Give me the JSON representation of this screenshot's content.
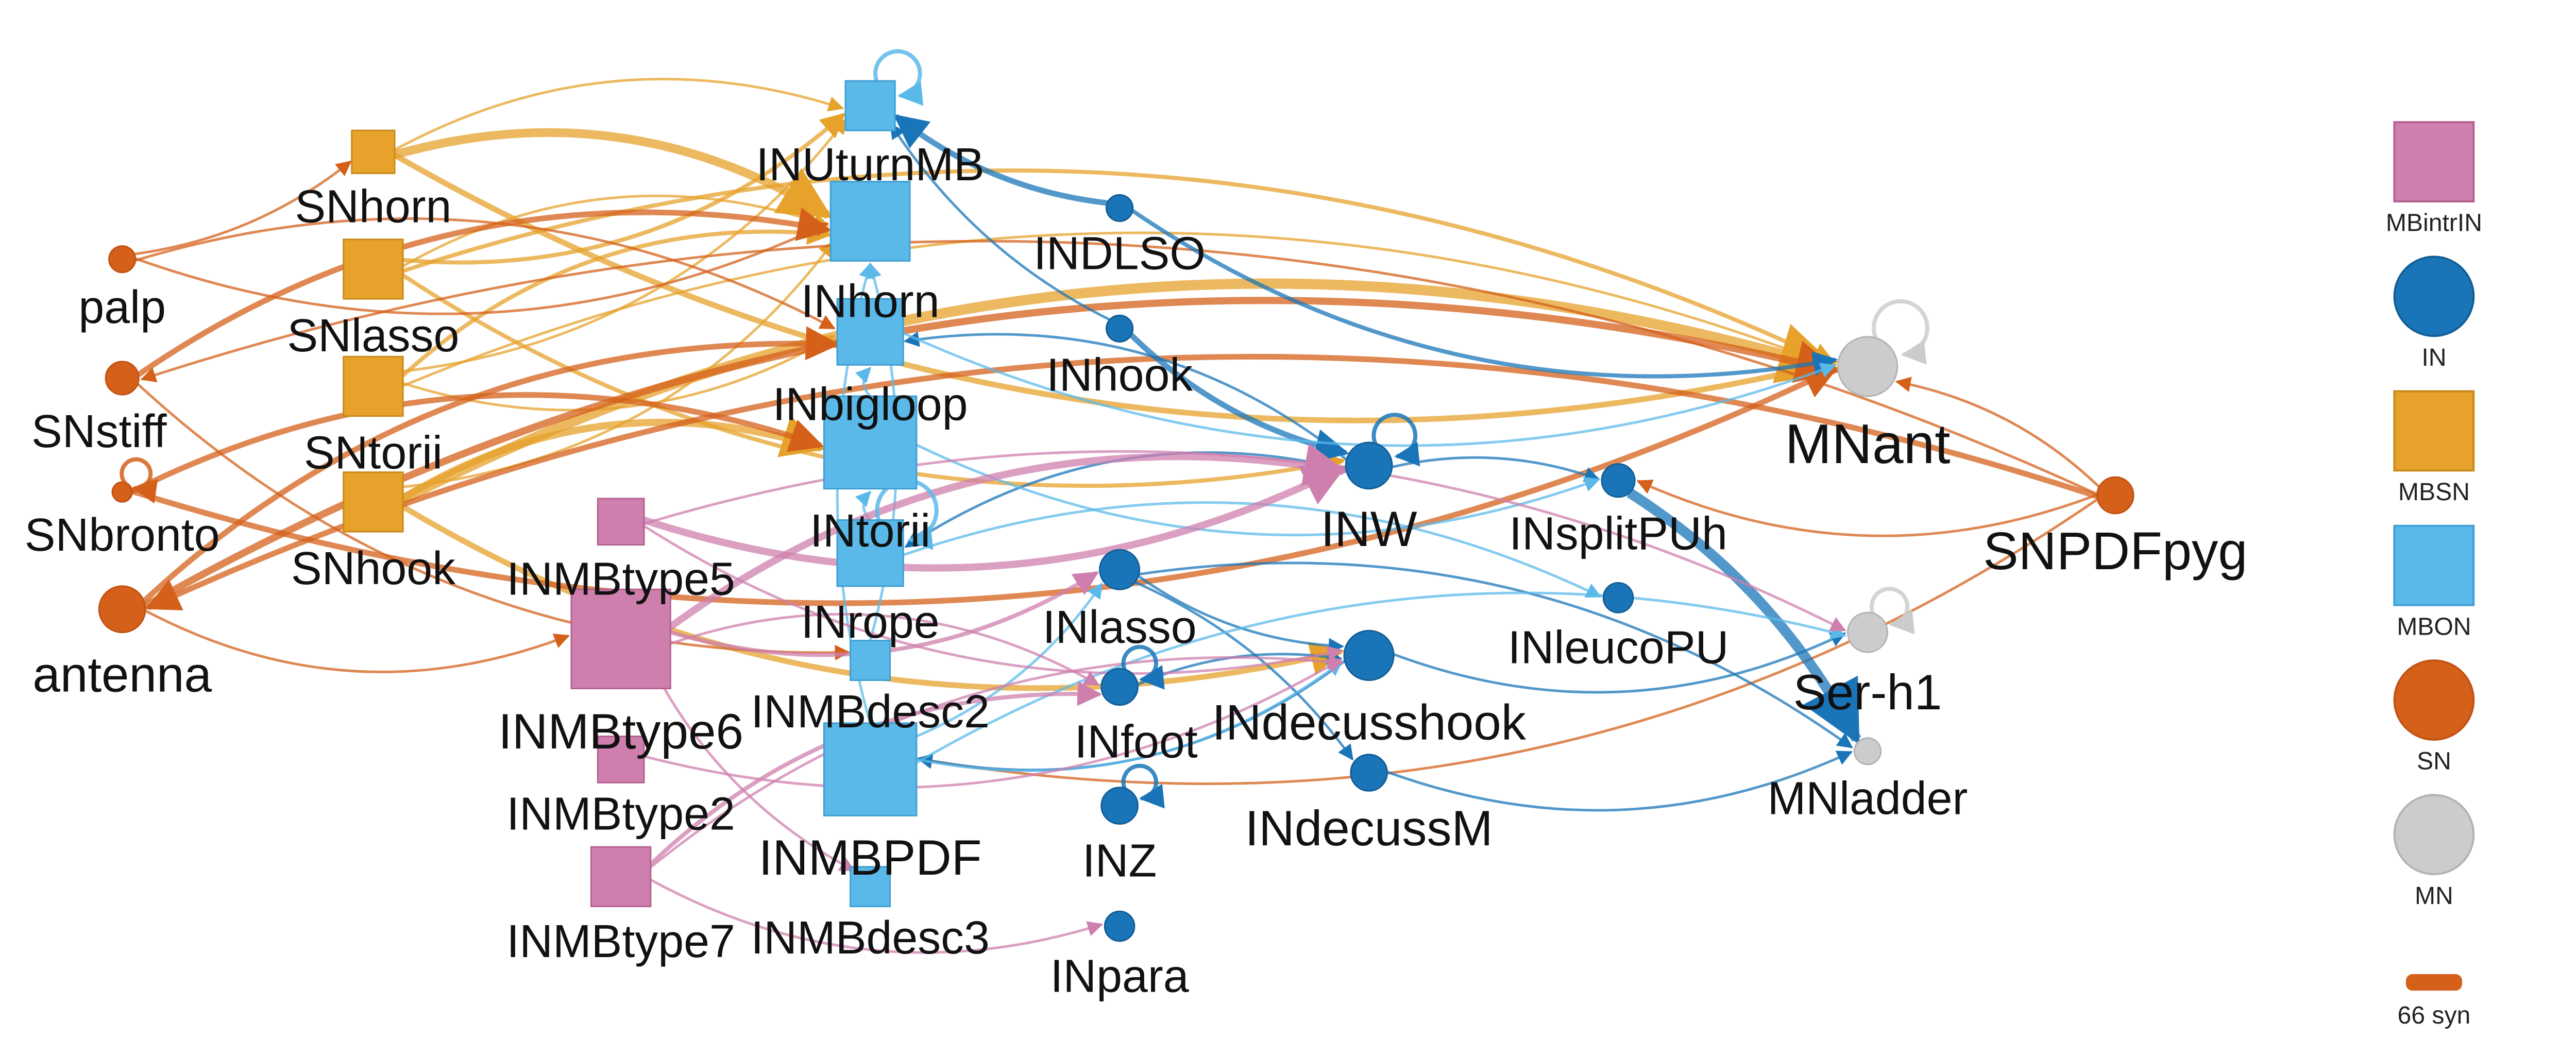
{
  "node_types": {
    "SN": {
      "color": "#d4601a",
      "stroke": "#c25414",
      "shape": "circle"
    },
    "MBSN": {
      "color": "#e6a22b",
      "stroke": "#c98a1c",
      "shape": "square"
    },
    "MBON": {
      "color": "#5bb9ea",
      "stroke": "#3f9fd3",
      "shape": "square"
    },
    "MBintrIN": {
      "color": "#cf7fae",
      "stroke": "#b4628f",
      "shape": "square"
    },
    "IN": {
      "color": "#1a75b8",
      "stroke": "#135e96",
      "shape": "circle"
    },
    "MN": {
      "color": "#cccccc",
      "stroke": "#b3b3b3",
      "shape": "circle"
    }
  },
  "nodes": [
    {
      "id": "SNhorn",
      "label": "SNhorn",
      "type": "MBSN"
    },
    {
      "id": "SNlasso",
      "label": "SNlasso",
      "type": "MBSN"
    },
    {
      "id": "SNtorii",
      "label": "SNtorii",
      "type": "MBSN"
    },
    {
      "id": "SNhook",
      "label": "SNhook",
      "type": "MBSN"
    },
    {
      "id": "palp",
      "label": "palp",
      "type": "SN"
    },
    {
      "id": "SNstiff",
      "label": "SNstiff",
      "type": "SN"
    },
    {
      "id": "SNbronto",
      "label": "SNbronto",
      "type": "SN"
    },
    {
      "id": "antenna",
      "label": "antenna",
      "type": "SN"
    },
    {
      "id": "SNPDFpyg",
      "label": "SNPDFpyg",
      "type": "SN"
    },
    {
      "id": "INUturnMB",
      "label": "INUturnMB",
      "type": "MBON"
    },
    {
      "id": "INhorn",
      "label": "INhorn",
      "type": "MBON"
    },
    {
      "id": "INbigloop",
      "label": "INbigloop",
      "type": "MBON"
    },
    {
      "id": "INtorii",
      "label": "INtorii",
      "type": "MBON"
    },
    {
      "id": "INrope",
      "label": "INrope",
      "type": "MBON"
    },
    {
      "id": "INMBdesc2",
      "label": "INMBdesc2",
      "type": "MBON"
    },
    {
      "id": "INMBPDF",
      "label": "INMBPDF",
      "type": "MBON"
    },
    {
      "id": "INMBdesc3",
      "label": "INMBdesc3",
      "type": "MBON"
    },
    {
      "id": "INMBtype5",
      "label": "INMBtype5",
      "type": "MBintrIN"
    },
    {
      "id": "INMBtype6",
      "label": "INMBtype6",
      "type": "MBintrIN"
    },
    {
      "id": "INMBtype2",
      "label": "INMBtype2",
      "type": "MBintrIN"
    },
    {
      "id": "INMBtype7",
      "label": "INMBtype7",
      "type": "MBintrIN"
    },
    {
      "id": "INDLSO",
      "label": "INDLSO",
      "type": "IN"
    },
    {
      "id": "INhook",
      "label": "INhook",
      "type": "IN"
    },
    {
      "id": "INW",
      "label": "INW",
      "type": "IN"
    },
    {
      "id": "INsplitPUh",
      "label": "INsplitPUh",
      "type": "IN"
    },
    {
      "id": "INleucoPU",
      "label": "INleucoPU",
      "type": "IN"
    },
    {
      "id": "INlasso",
      "label": "INlasso",
      "type": "IN"
    },
    {
      "id": "INdecusshook",
      "label": "INdecusshook",
      "type": "IN"
    },
    {
      "id": "INfoot",
      "label": "INfoot",
      "type": "IN"
    },
    {
      "id": "INdecussM",
      "label": "INdecussM",
      "type": "IN"
    },
    {
      "id": "INZ",
      "label": "INZ",
      "type": "IN"
    },
    {
      "id": "INpara",
      "label": "INpara",
      "type": "IN"
    },
    {
      "id": "MNant",
      "label": "MNant",
      "type": "MN"
    },
    {
      "id": "Ser-h1",
      "label": "Ser-h1",
      "type": "MN"
    },
    {
      "id": "MNladder",
      "label": "MNladder",
      "type": "MN"
    }
  ],
  "edges": [
    {
      "from": "SNhorn",
      "to": "INhorn",
      "weight": 5
    },
    {
      "from": "SNhorn",
      "to": "MNant",
      "weight": 3
    },
    {
      "from": "SNhorn",
      "to": "INUturnMB",
      "weight": 1
    },
    {
      "from": "SNlasso",
      "to": "INUturnMB",
      "weight": 2
    },
    {
      "from": "SNlasso",
      "to": "INhorn",
      "weight": 1
    },
    {
      "from": "SNlasso",
      "to": "INW",
      "weight": 2
    },
    {
      "from": "SNlasso",
      "to": "MNant",
      "weight": 2
    },
    {
      "from": "SNtorii",
      "to": "INUturnMB",
      "weight": 1
    },
    {
      "from": "SNtorii",
      "to": "INhorn",
      "weight": 2
    },
    {
      "from": "SNtorii",
      "to": "INbigloop",
      "weight": 1
    },
    {
      "from": "SNtorii",
      "to": "MNant",
      "weight": 1
    },
    {
      "from": "SNhook",
      "to": "INhorn",
      "weight": 1
    },
    {
      "from": "SNhook",
      "to": "INtorii",
      "weight": 4
    },
    {
      "from": "SNhook",
      "to": "INdecusshook",
      "weight": 3
    },
    {
      "from": "SNhook",
      "to": "MNant",
      "weight": 6
    },
    {
      "from": "palp",
      "to": "SNhorn",
      "weight": 1
    },
    {
      "from": "palp",
      "to": "INbigloop",
      "weight": 1
    },
    {
      "from": "palp",
      "to": "INhorn",
      "weight": 1
    },
    {
      "from": "SNstiff",
      "to": "INhorn",
      "weight": 3
    },
    {
      "from": "SNstiff",
      "to": "INMBdesc2",
      "weight": 1
    },
    {
      "from": "SNbronto",
      "to": "INtorii",
      "weight": 3
    },
    {
      "from": "SNbronto",
      "to": "MNant",
      "weight": 3
    },
    {
      "from": "antenna",
      "to": "INbigloop",
      "weight": 3
    },
    {
      "from": "antenna",
      "to": "INMBtype6",
      "weight": 1
    },
    {
      "from": "antenna",
      "to": "MNant",
      "weight": 4
    },
    {
      "from": "SNPDFpyg",
      "to": "MNant",
      "weight": 1
    },
    {
      "from": "SNPDFpyg",
      "to": "INsplitPUh",
      "weight": 1
    },
    {
      "from": "SNPDFpyg",
      "to": "antenna",
      "weight": 3
    },
    {
      "from": "SNPDFpyg",
      "to": "INMBPDF",
      "weight": 1
    },
    {
      "from": "SNPDFpyg",
      "to": "SNstiff",
      "weight": 1
    },
    {
      "from": "INDLSO",
      "to": "INUturnMB",
      "weight": 3
    },
    {
      "from": "INDLSO",
      "to": "MNant",
      "weight": 2
    },
    {
      "from": "INhook",
      "to": "INUturnMB",
      "weight": 1
    },
    {
      "from": "INhook",
      "to": "INW",
      "weight": 3
    },
    {
      "from": "INsplitPUh",
      "to": "MNladder",
      "weight": 6
    },
    {
      "from": "INW",
      "to": "INbigloop",
      "weight": 1
    },
    {
      "from": "INW",
      "to": "INsplitPUh",
      "weight": 1
    },
    {
      "from": "INW",
      "to": "INrope",
      "weight": 1
    },
    {
      "from": "INlasso",
      "to": "INdecussM",
      "weight": 1
    },
    {
      "from": "INlasso",
      "to": "INdecusshook",
      "weight": 1
    },
    {
      "from": "INlasso",
      "to": "MNladder",
      "weight": 1
    },
    {
      "from": "INdecusshook",
      "to": "Ser-h1",
      "weight": 1
    },
    {
      "from": "INdecusshook",
      "to": "INMBPDF",
      "weight": 1
    },
    {
      "from": "INdecussM",
      "to": "MNladder",
      "weight": 1
    },
    {
      "from": "INfoot",
      "to": "INdecusshook",
      "weight": 1
    },
    {
      "from": "INMBPDF",
      "to": "INdecusshook",
      "weight": 1
    },
    {
      "from": "INMBPDF",
      "to": "Ser-h1",
      "weight": 1
    },
    {
      "from": "INMBPDF",
      "to": "INlasso",
      "weight": 1
    },
    {
      "from": "INMBPDF",
      "to": "INhorn",
      "weight": 1
    },
    {
      "from": "INMBdesc2",
      "to": "INhorn",
      "weight": 1
    },
    {
      "from": "INrope",
      "to": "INtorii",
      "weight": 1
    },
    {
      "from": "INtorii",
      "to": "INsplitPUh",
      "weight": 1
    },
    {
      "from": "INtorii",
      "to": "INbigloop",
      "weight": 1
    },
    {
      "from": "INbigloop",
      "to": "MNant",
      "weight": 1
    },
    {
      "from": "INrope",
      "to": "INleucoPU",
      "weight": 1
    },
    {
      "from": "INMBtype5",
      "to": "INW",
      "weight": 4
    },
    {
      "from": "INMBtype5",
      "to": "Ser-h1",
      "weight": 1
    },
    {
      "from": "INMBtype5",
      "to": "INdecusshook",
      "weight": 1
    },
    {
      "from": "INMBtype6",
      "to": "INW",
      "weight": 4
    },
    {
      "from": "INMBtype6",
      "to": "INlasso",
      "weight": 2
    },
    {
      "from": "INMBtype6",
      "to": "INfoot",
      "weight": 1
    },
    {
      "from": "INMBtype2",
      "to": "INdecusshook",
      "weight": 1
    },
    {
      "from": "INMBtype7",
      "to": "INfoot",
      "weight": 2
    },
    {
      "from": "INMBtype7",
      "to": "INpara",
      "weight": 1
    },
    {
      "from": "INMBtype7",
      "to": "INdecusshook",
      "weight": 1
    },
    {
      "from": "INMBtype6",
      "to": "INMBdesc3",
      "weight": 1
    }
  ],
  "self_loops": [
    "SNbronto",
    "INW",
    "MNant",
    "INrope",
    "Ser-h1",
    "INfoot",
    "INZ",
    "INUturnMB"
  ],
  "legend": {
    "items": [
      {
        "type": "MBintrIN",
        "label": "MBintrIN"
      },
      {
        "type": "IN",
        "label": "IN"
      },
      {
        "type": "MBSN",
        "label": "MBSN"
      },
      {
        "type": "MBON",
        "label": "MBON"
      },
      {
        "type": "SN",
        "label": "SN"
      },
      {
        "type": "MN",
        "label": "MN"
      }
    ],
    "synapse_label": "66 syn"
  }
}
